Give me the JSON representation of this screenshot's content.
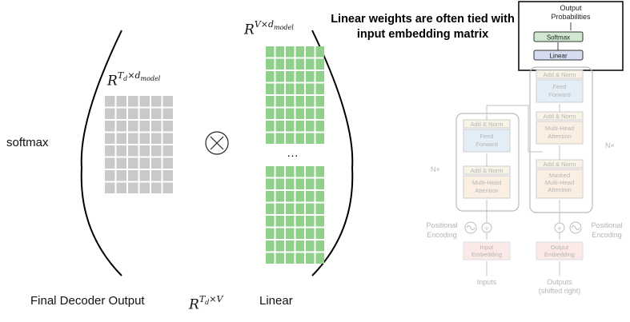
{
  "left": {
    "softmax_label": "softmax",
    "decoder_output_label": "Final Decoder Output",
    "linear_label": "Linear",
    "decoder_matrix_base": "R",
    "decoder_matrix_exp": "T",
    "decoder_matrix_exp_sub": "d",
    "decoder_matrix_exp_rest": "×d",
    "decoder_matrix_exp_sub2": "model",
    "weight_matrix_base": "R",
    "weight_matrix_exp": "V×d",
    "weight_matrix_exp_sub": "model",
    "result_matrix_base": "R",
    "result_matrix_exp": "T",
    "result_matrix_exp_sub": "d",
    "result_matrix_exp_rest": "×V",
    "multiply_symbol": "×",
    "ellipsis": "…"
  },
  "callout": {
    "line1": "Linear weights are often tied with",
    "line2": "input embedding matrix"
  },
  "transformer": {
    "output_probabilities": [
      "Output",
      "Probabilities"
    ],
    "softmax": "Softmax",
    "linear": "Linear",
    "add_norm": "Add & Norm",
    "feed_forward": [
      "Feed",
      "Forward"
    ],
    "multi_head_attention": [
      "Multi-Head",
      "Attention"
    ],
    "masked_multi_head_attention": [
      "Masked",
      "Multi-Head",
      "Attention"
    ],
    "nx": "N×",
    "positional_encoding": [
      "Positional",
      "Encoding"
    ],
    "input_embedding": [
      "Input",
      "Embedding"
    ],
    "output_embedding": [
      "Output",
      "Embedding"
    ],
    "inputs": "Inputs",
    "outputs": [
      "Outputs",
      "(shifted right)"
    ]
  },
  "colors": {
    "gray_cell": "#c9c9c9",
    "green_cell": "#8fd18a",
    "faded_text": "#b5b5b5",
    "softmax_fill": "#cfe8cf",
    "linear_fill": "#d6dbef"
  }
}
